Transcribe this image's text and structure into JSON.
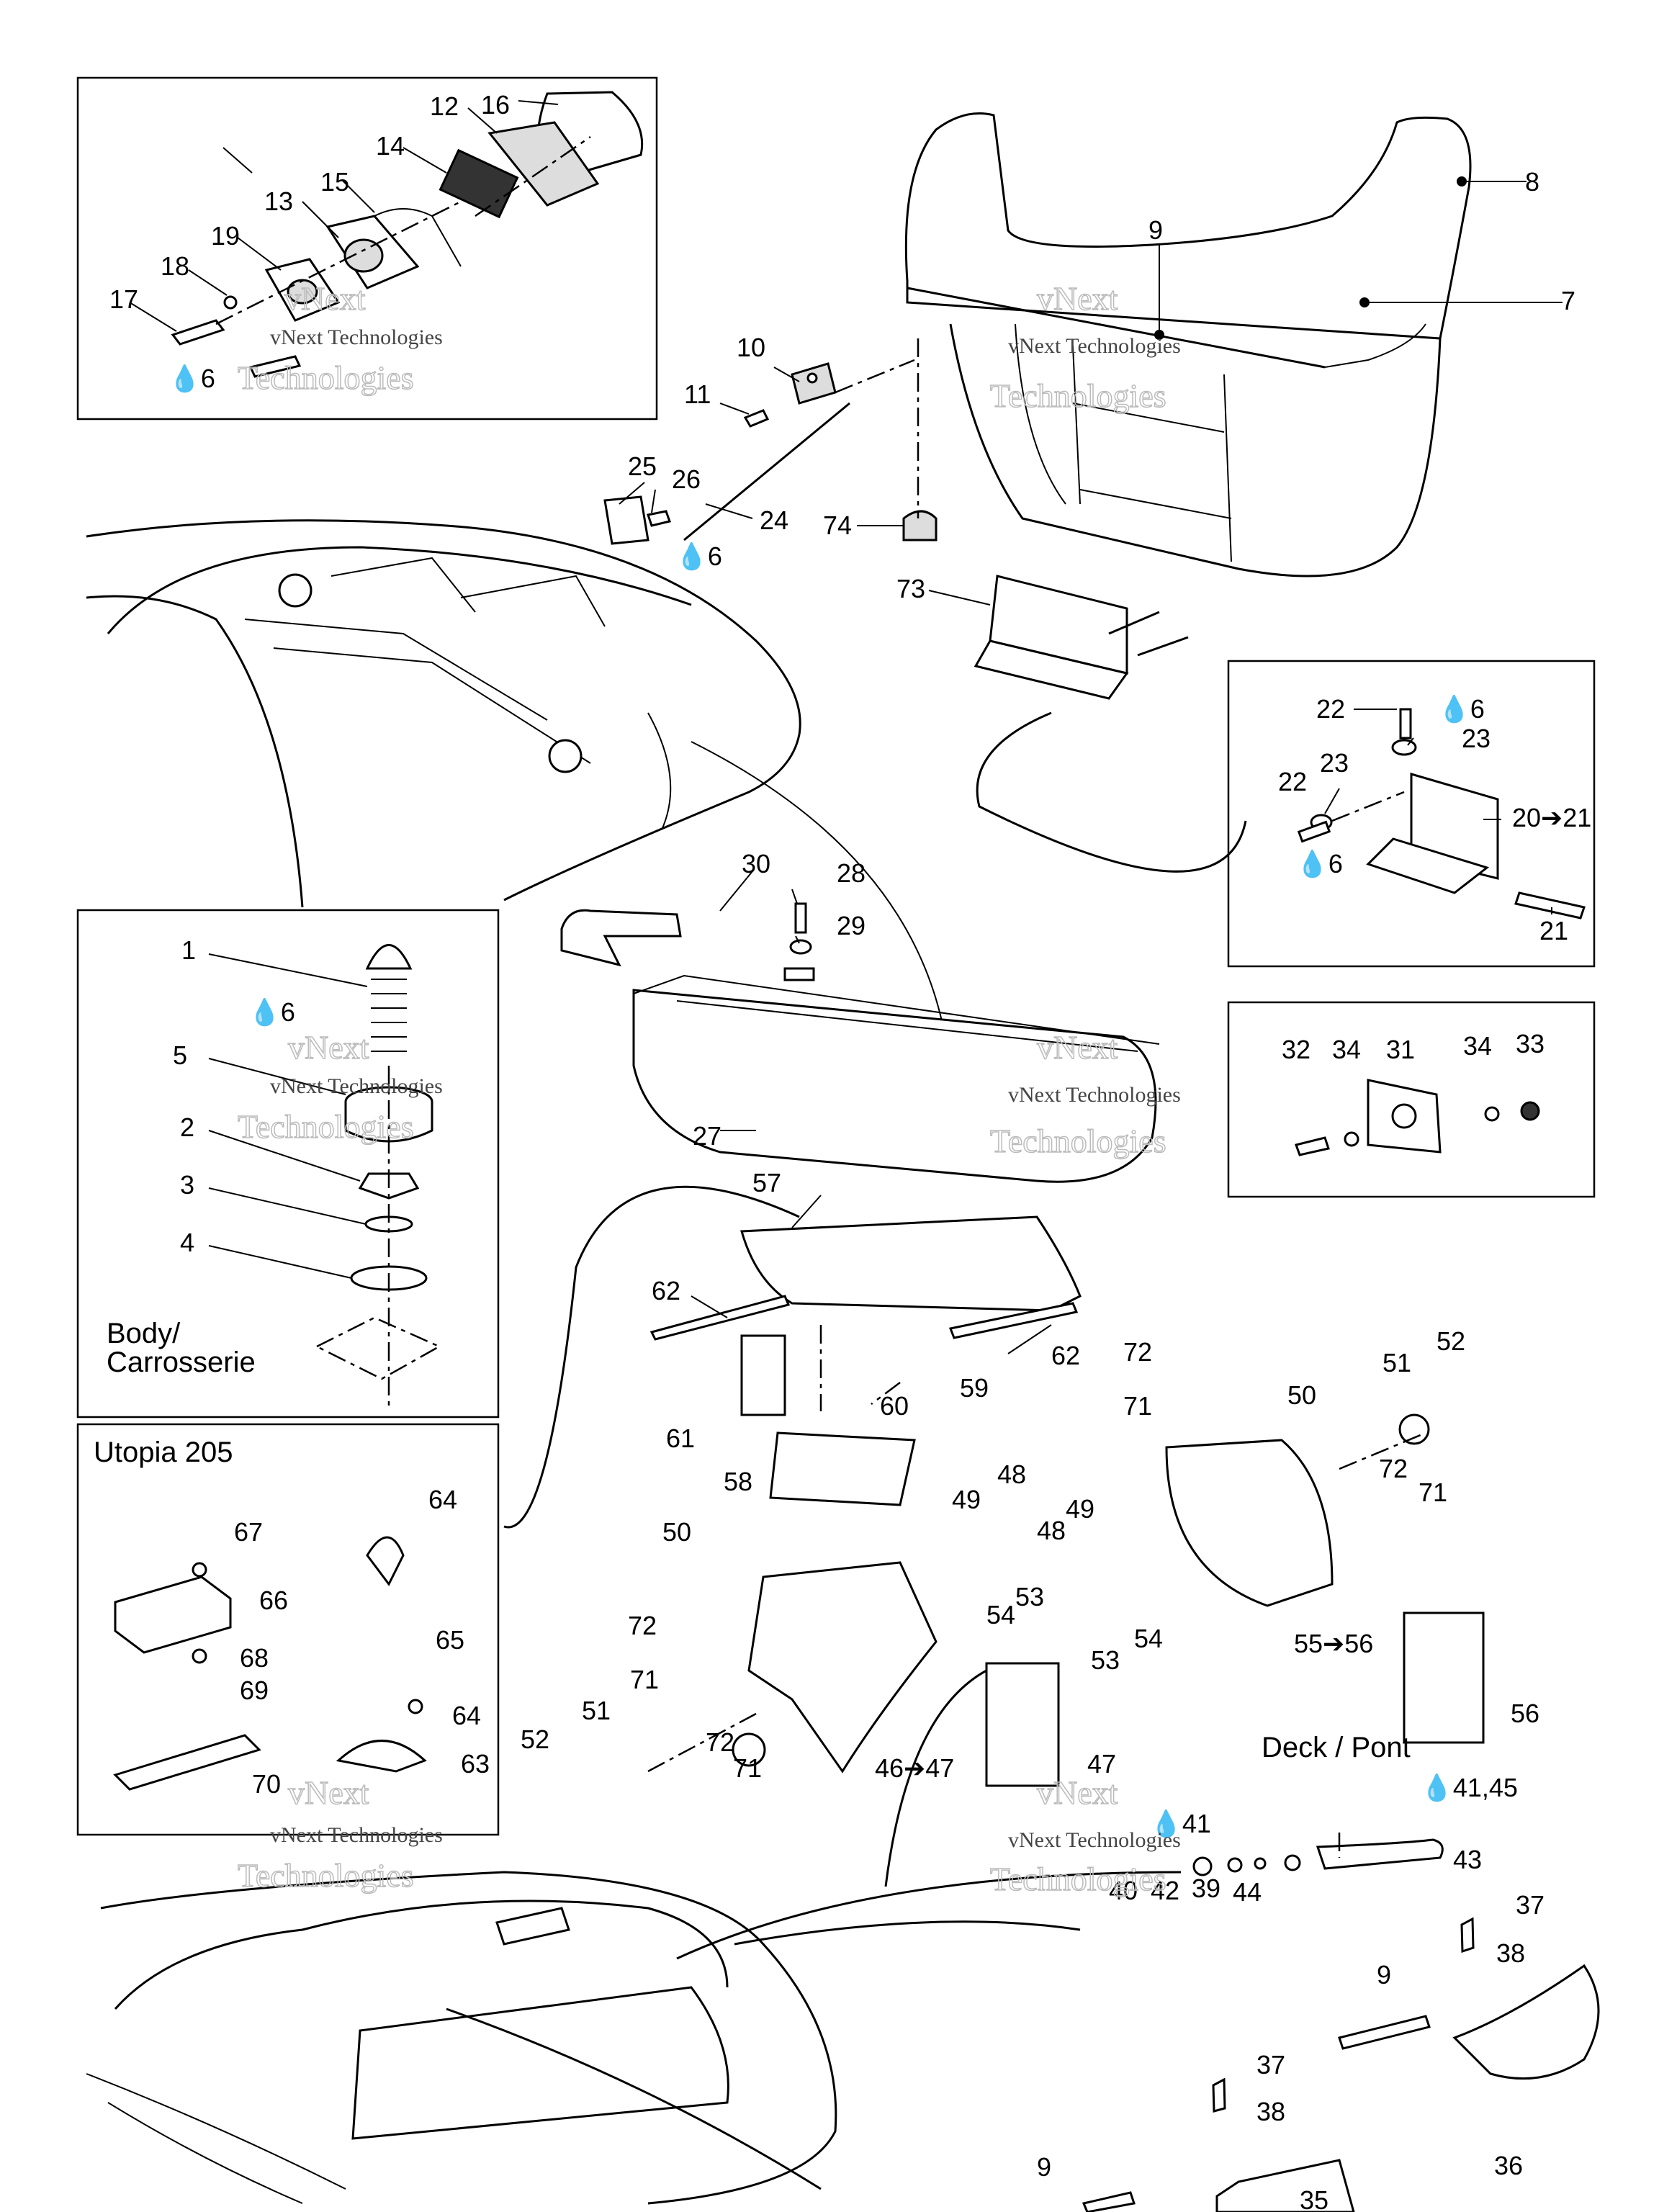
{
  "labels": {
    "n1": "1",
    "n2": "2",
    "n3": "3",
    "n4": "4",
    "n5": "5",
    "n6_1": "6",
    "n6_2": "6",
    "n6_3": "6",
    "n6_4": "6",
    "n6_5": "6",
    "n7": "7",
    "n8": "8",
    "n9_a": "9",
    "n9_b": "9",
    "n9_c": "9",
    "n10": "10",
    "n11": "11",
    "n12": "12",
    "n13": "13",
    "n14": "14",
    "n15": "15",
    "n16": "16",
    "n17": "17",
    "n18": "18",
    "n19": "19",
    "n20_21": "20➔21",
    "n21": "21",
    "n22_a": "22",
    "n22_b": "22",
    "n23_a": "23",
    "n23_b": "23",
    "n24": "24",
    "n25": "25",
    "n26": "26",
    "n27": "27",
    "n28": "28",
    "n29": "29",
    "n30": "30",
    "n31": "31",
    "n32": "32",
    "n33": "33",
    "n34_a": "34",
    "n34_b": "34",
    "n35": "35",
    "n36": "36",
    "n37_a": "37",
    "n37_b": "37",
    "n38_a": "38",
    "n38_b": "38",
    "n39": "39",
    "n40": "40",
    "n41": "41",
    "n41_45": "41,45",
    "n42": "42",
    "n43": "43",
    "n44": "44",
    "n46_47": "46➔47",
    "n47": "47",
    "n48_a": "48",
    "n48_b": "48",
    "n49_a": "49",
    "n49_b": "49",
    "n50_a": "50",
    "n50_b": "50",
    "n51_a": "51",
    "n51_b": "51",
    "n52_a": "52",
    "n52_b": "52",
    "n53_a": "53",
    "n53_b": "53",
    "n54_a": "54",
    "n54_b": "54",
    "n55_56": "55➔56",
    "n56": "56",
    "n57": "57",
    "n58": "58",
    "n59": "59",
    "n60": "60",
    "n61": "61",
    "n62_a": "62",
    "n62_b": "62",
    "n63": "63",
    "n64_a": "64",
    "n64_b": "64",
    "n65": "65",
    "n66": "66",
    "n67": "67",
    "n68": "68",
    "n69": "69",
    "n70": "70",
    "n71_a": "71",
    "n71_b": "71",
    "n71_c": "71",
    "n71_d": "71",
    "n72_a": "72",
    "n72_b": "72",
    "n72_c": "72",
    "n72_d": "72",
    "n73": "73",
    "n74": "74",
    "body_line1": "Body/",
    "body_line2": "Carrosserie",
    "utopia": "Utopia 205",
    "deck": "Deck / Pont"
  },
  "watermark": {
    "line1": "vNext",
    "line2": "vNext Technologies",
    "line3": "Technologies"
  },
  "icons": {
    "droplet": "drop-icon",
    "arrow": "arrow-icon"
  },
  "colors": {
    "ink": "#000000",
    "paper": "#ffffff"
  }
}
